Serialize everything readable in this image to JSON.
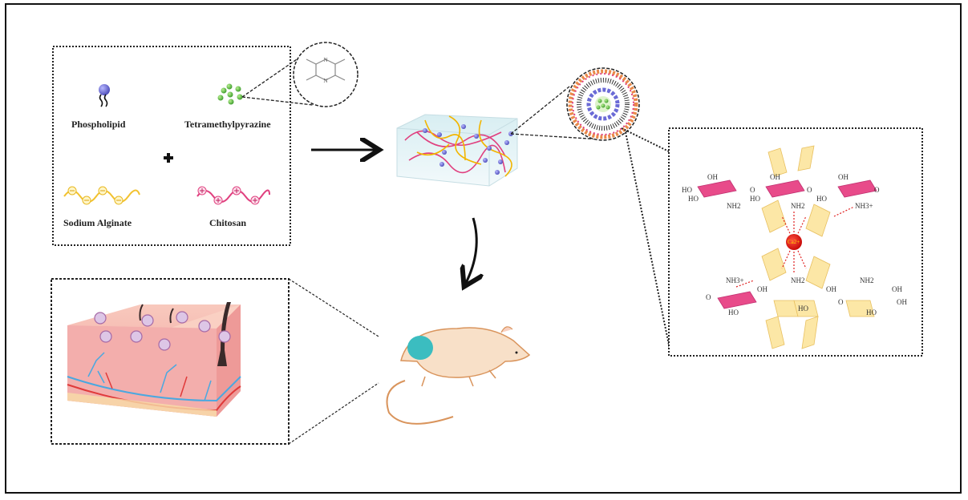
{
  "title": "Schematic of tetramethylpyrazine-loaded liposome hydrogel preparation and transdermal application",
  "components_box": {
    "items": [
      {
        "label": "Phospholipid",
        "icon": "phospholipid-icon"
      },
      {
        "label": "Tetramethylpyrazine",
        "icon": "drug-particles-icon"
      },
      {
        "label": "Sodium Alginate",
        "icon": "negative-polymer-chain-icon",
        "charge": "−"
      },
      {
        "label": "Chitosan",
        "icon": "positive-polymer-chain-icon",
        "charge": "+"
      }
    ],
    "operator": "+"
  },
  "pyrazine_structure": {
    "atoms": [
      "N",
      "N"
    ]
  },
  "crosslink_structure": {
    "ion": "Ca2+",
    "labels": {
      "oh": "OH",
      "ho": "HO",
      "nh2": "NH2",
      "nh3": "NH3+",
      "o": "O"
    }
  },
  "colors": {
    "alginate": "#f2c230",
    "chitosan": "#e0407f",
    "phospholipid": "#6b6bd6",
    "drug": "#6cc04a",
    "calcium": "#e01010",
    "skin": "#f4b7b0",
    "patch": "#3bbdc0",
    "mouse": "#f8e0c8"
  }
}
